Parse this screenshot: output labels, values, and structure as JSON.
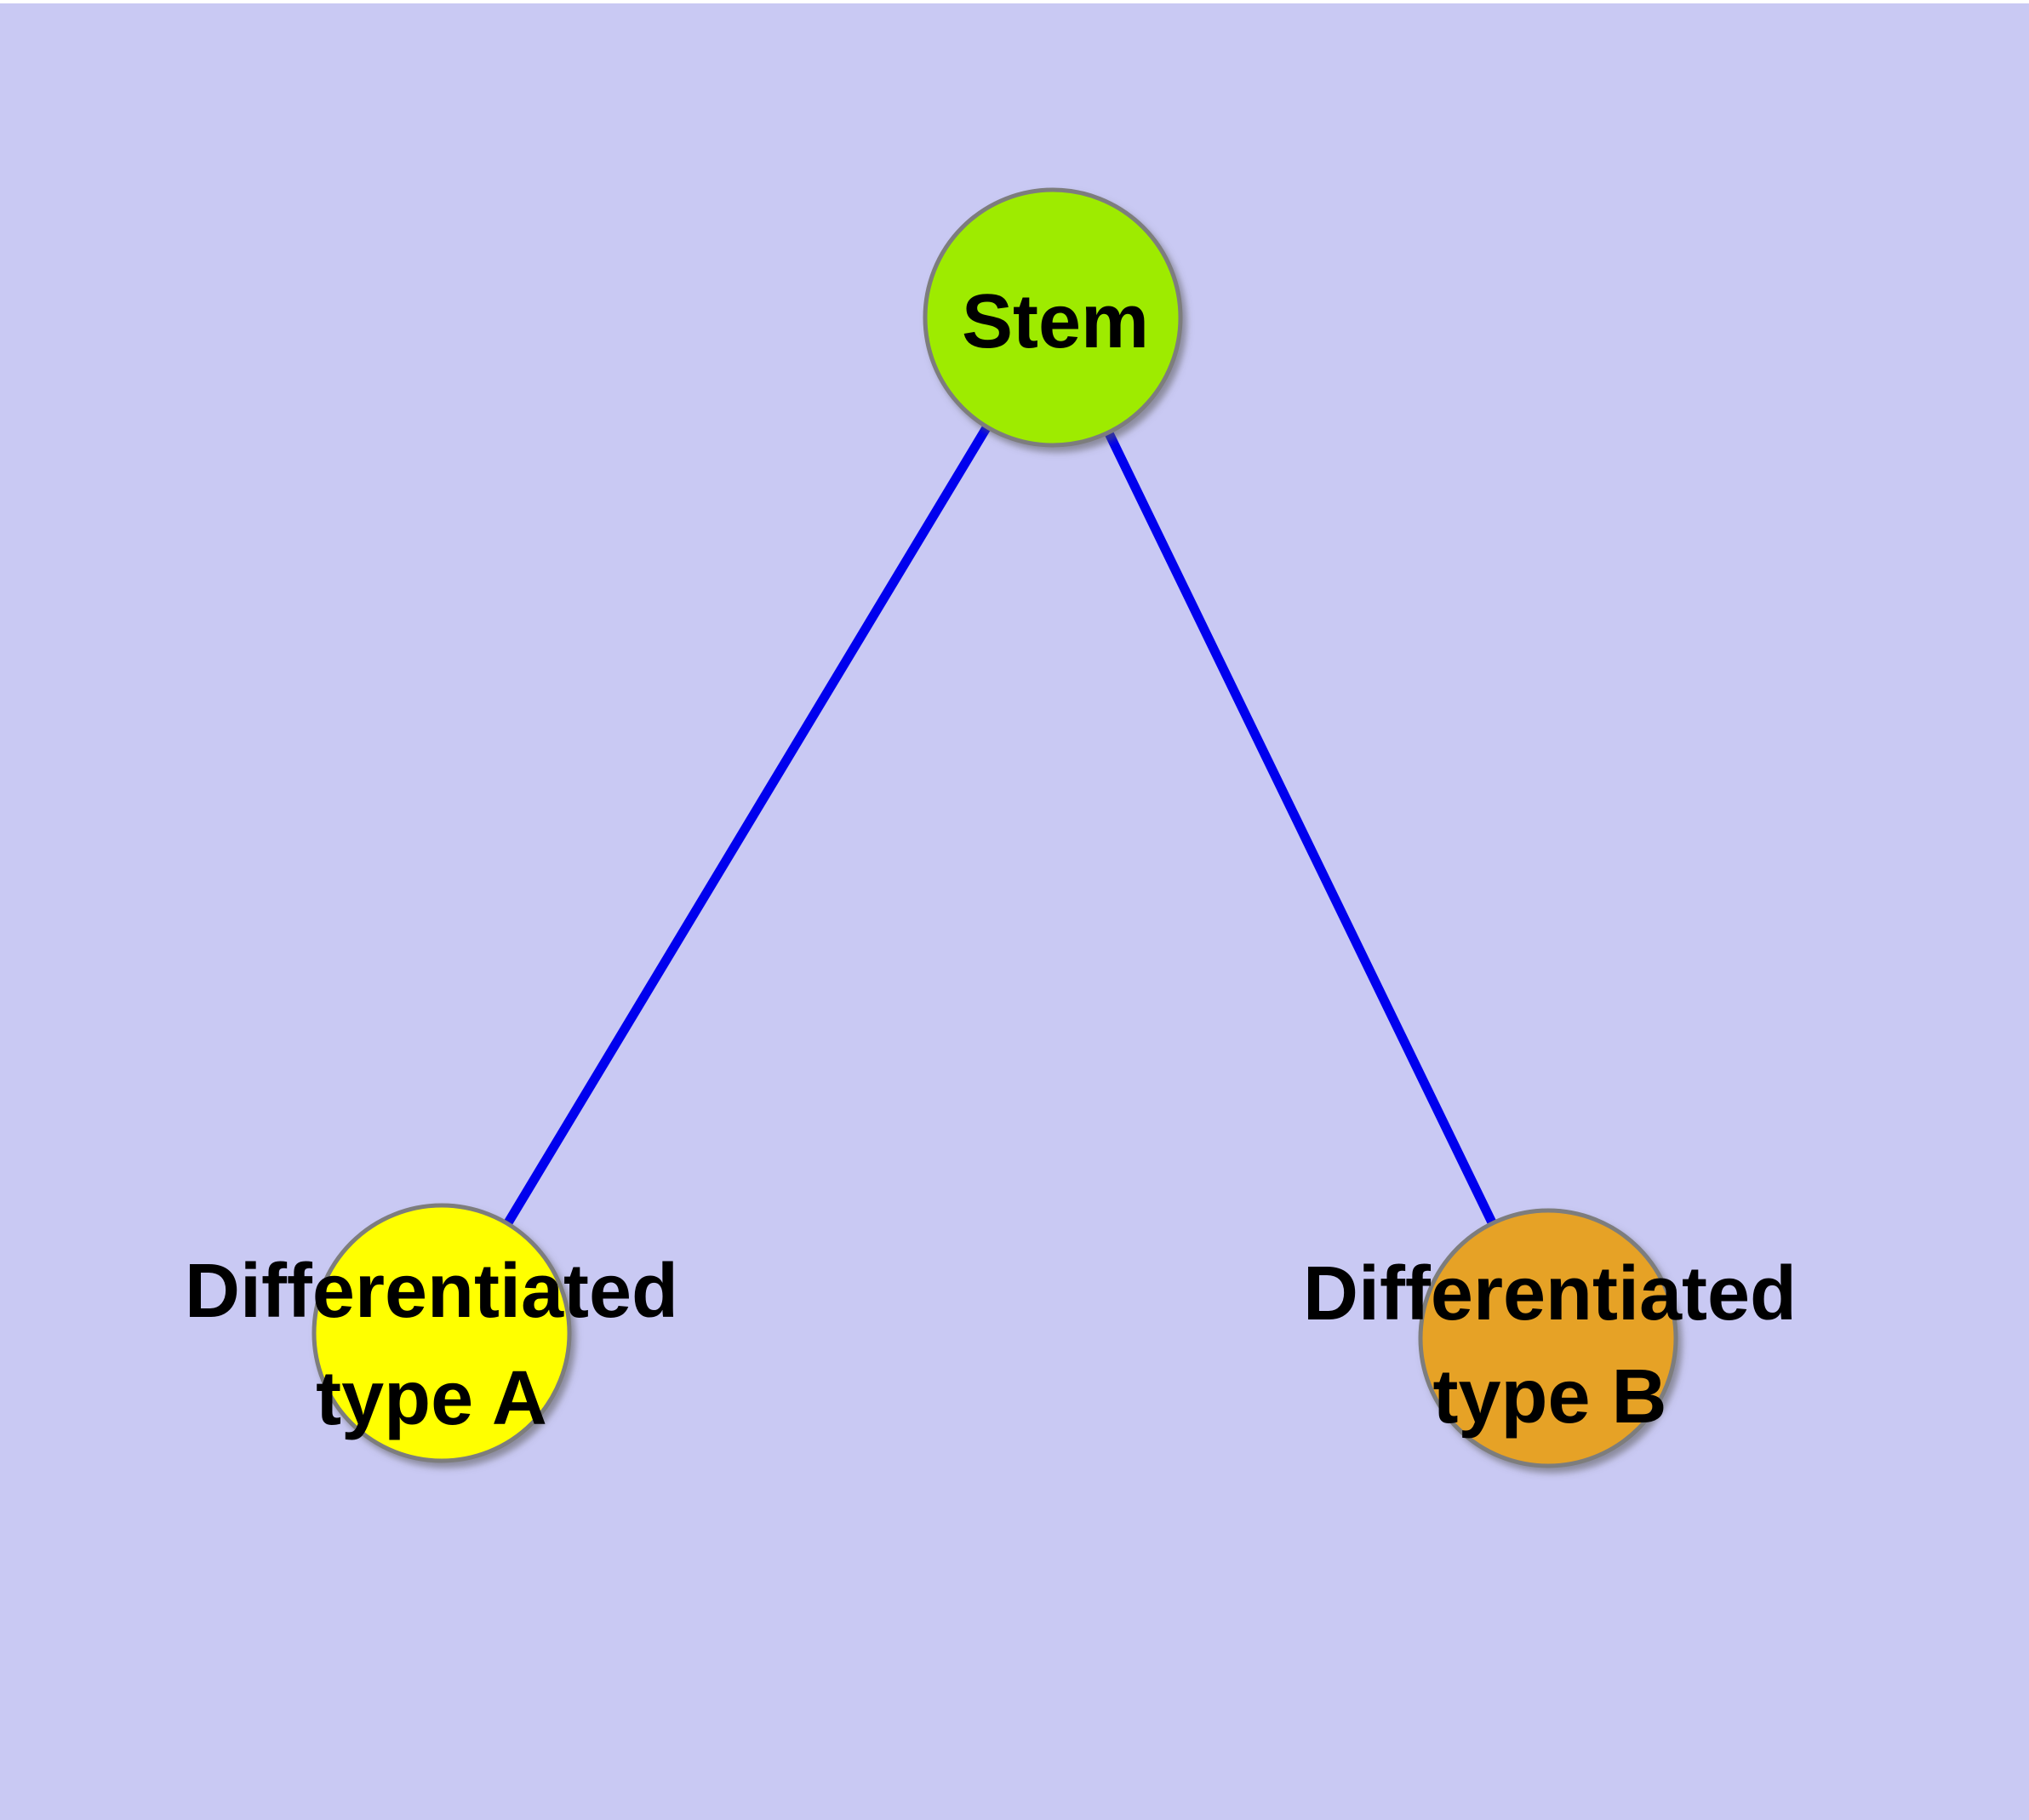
{
  "canvas": {
    "background_color": "#C9C9F3",
    "top_strip_color": "#FFFFFF"
  },
  "graph": {
    "title": "",
    "nodes": [
      {
        "id": "stem",
        "label": "Stem",
        "fill_color": "#9EEB00",
        "border_color": "#7D7D7D",
        "text_color": "#000000"
      },
      {
        "id": "differentiated-type-a",
        "label_line1": "Differentiated",
        "label_line2": "type A",
        "fill_color": "#FFFF00",
        "border_color": "#7D7D7D",
        "text_color": "#000000"
      },
      {
        "id": "differentiated-type-b",
        "label_line1": "Differentiated",
        "label_line2": "type B",
        "fill_color": "#E6A226",
        "border_color": "#7D7D7D",
        "text_color": "#000000"
      }
    ],
    "edges": [
      {
        "from": "Stem",
        "to": "Differentiated type A",
        "color": "#0000EE"
      },
      {
        "from": "Stem",
        "to": "Differentiated type B",
        "color": "#0000EE"
      }
    ]
  }
}
